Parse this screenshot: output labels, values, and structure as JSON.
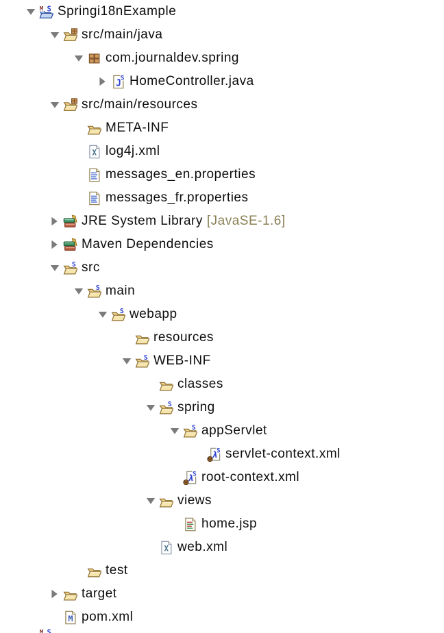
{
  "colors": {
    "background": "#FFFFFF",
    "text_color": "#0D0D0D",
    "suffix_color": "#8A8055",
    "arrow_color": "#7B7B7B",
    "folder_fill": "#EFCF89",
    "folder_fill_light": "#F7E5AE",
    "folder_outline": "#8F7233",
    "page_outline": "#8A7A4A",
    "page_fill": "#FFFFFF",
    "spring_blue": "#2B3FD0",
    "project_folder_fill": "#8FB4E8",
    "project_folder_fill_light": "#C2D8F6",
    "project_folder_outline": "#28489A",
    "maven_m_color": "#8B3A3A",
    "library_green": "#3F9464",
    "library_green_dark": "#1F5E3A",
    "library_red": "#C4654A",
    "library_red_dark": "#7E3A24",
    "quill_gold": "#E8B84C",
    "quill_gold_dark": "#9A7420",
    "package_fill": "#CE9B5E",
    "package_outline": "#7E5024",
    "xml_x_color": "#4A708C",
    "xml_outline": "#8898AC",
    "properties_line_color": "#4A6ED0",
    "jsp_red": "#C04040",
    "jsp_green": "#3E8E4E",
    "bean_brown": "#9A6430",
    "bean_brown_dark": "#4E3014",
    "pom_m_color": "#3A5AB4",
    "java_j_color": "#2B3FD0"
  },
  "tree": {
    "rows": [
      {
        "label": "Springi18nExample",
        "icon": "maven-spring-project-icon",
        "arrow": "expanded",
        "level": 0
      },
      {
        "label": "src/main/java",
        "icon": "java-source-folder-icon",
        "arrow": "expanded",
        "level": 1
      },
      {
        "label": "com.journaldev.spring",
        "icon": "java-package-icon",
        "arrow": "expanded",
        "level": 2
      },
      {
        "label": "HomeController.java",
        "icon": "java-spring-class-file-icon",
        "arrow": "collapsed",
        "level": 3
      },
      {
        "label": "src/main/resources",
        "icon": "java-source-folder-icon",
        "arrow": "expanded",
        "level": 1
      },
      {
        "label": "META-INF",
        "icon": "folder-icon",
        "arrow": "none",
        "level": 2
      },
      {
        "label": "log4j.xml",
        "icon": "xml-file-icon",
        "arrow": "none",
        "level": 2
      },
      {
        "label": "messages_en.properties",
        "icon": "properties-file-icon",
        "arrow": "none",
        "level": 2
      },
      {
        "label": "messages_fr.properties",
        "icon": "properties-file-icon",
        "arrow": "none",
        "level": 2
      },
      {
        "label": "JRE System Library",
        "suffix": "[JavaSE-1.6]",
        "icon": "library-icon",
        "arrow": "collapsed",
        "level": 1
      },
      {
        "label": "Maven Dependencies",
        "icon": "library-icon",
        "arrow": "collapsed",
        "level": 1
      },
      {
        "label": "src",
        "icon": "spring-folder-icon",
        "arrow": "expanded",
        "level": 1
      },
      {
        "label": "main",
        "icon": "spring-folder-icon",
        "arrow": "expanded",
        "level": 2
      },
      {
        "label": "webapp",
        "icon": "spring-folder-icon",
        "arrow": "expanded",
        "level": 3
      },
      {
        "label": "resources",
        "icon": "folder-icon",
        "arrow": "none",
        "level": 4
      },
      {
        "label": "WEB-INF",
        "icon": "spring-folder-icon",
        "arrow": "expanded",
        "level": 4
      },
      {
        "label": "classes",
        "icon": "folder-icon",
        "arrow": "none",
        "level": 5
      },
      {
        "label": "spring",
        "icon": "spring-folder-icon",
        "arrow": "expanded",
        "level": 5
      },
      {
        "label": "appServlet",
        "icon": "spring-folder-icon",
        "arrow": "expanded",
        "level": 6
      },
      {
        "label": "servlet-context.xml",
        "icon": "spring-beans-config-file-icon",
        "arrow": "none",
        "level": 7
      },
      {
        "label": "root-context.xml",
        "icon": "spring-beans-config-file-icon",
        "arrow": "none",
        "level": 6
      },
      {
        "label": "views",
        "icon": "folder-icon",
        "arrow": "expanded",
        "level": 5
      },
      {
        "label": "home.jsp",
        "icon": "jsp-file-icon",
        "arrow": "none",
        "level": 6
      },
      {
        "label": "web.xml",
        "icon": "xml-file-icon",
        "arrow": "none",
        "level": 5
      },
      {
        "label": "test",
        "icon": "folder-icon",
        "arrow": "none",
        "level": 2
      },
      {
        "label": "target",
        "icon": "folder-icon",
        "arrow": "collapsed",
        "level": 1
      },
      {
        "label": "pom.xml",
        "icon": "maven-pom-file-icon",
        "arrow": "none",
        "level": 1
      },
      {
        "label": "",
        "icon": "maven-spring-project-icon",
        "arrow": "none",
        "level": 0,
        "partial": true
      }
    ]
  }
}
